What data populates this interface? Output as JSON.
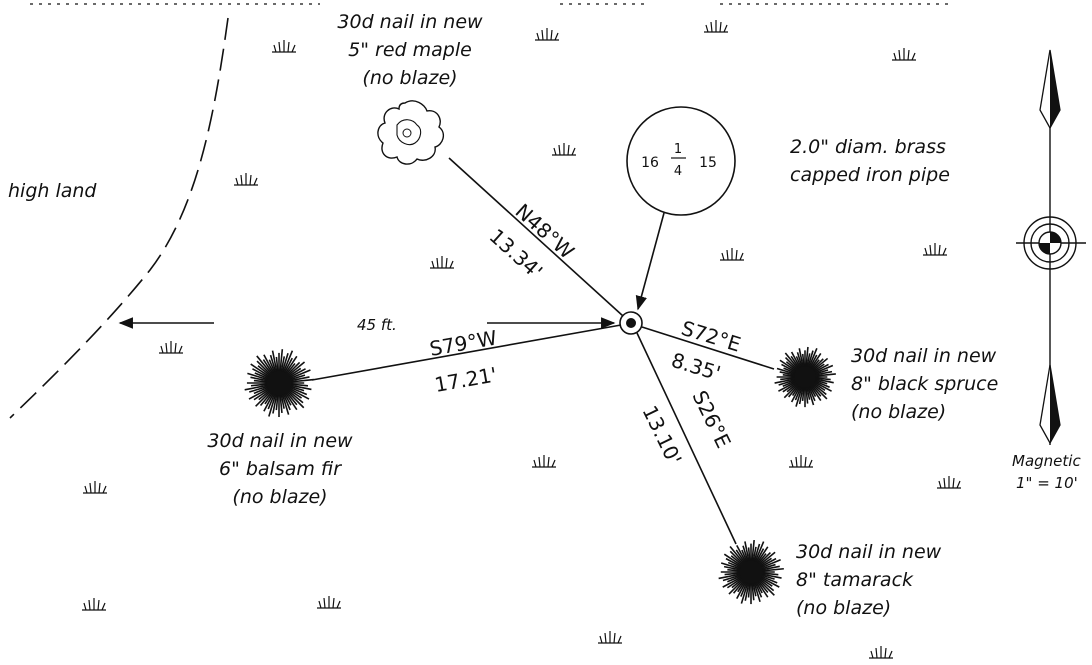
{
  "colors": {
    "ink": "#111111",
    "paper": "#ffffff"
  },
  "corner": {
    "disc_left": "16",
    "disc_top": "1",
    "disc_bottom": "4",
    "disc_right": "15",
    "desc_line1": "2.0\" diam. brass",
    "desc_line2": "capped iron pipe"
  },
  "high_land": "high land",
  "distance_45": "45 ft.",
  "bearings": [
    {
      "bearing": "N48°W",
      "distance": "13.34'"
    },
    {
      "bearing": "S79°W",
      "distance": "17.21'"
    },
    {
      "bearing": "S72°E",
      "distance": "8.35'"
    },
    {
      "bearing": "S26°E",
      "distance": "13.10'"
    }
  ],
  "witness_trees": [
    {
      "lines": [
        "30d nail in new",
        "5\" red maple",
        "(no blaze)"
      ],
      "icon": "red-maple-icon"
    },
    {
      "lines": [
        "30d nail in new",
        "6\" balsam fir",
        "(no blaze)"
      ],
      "icon": "balsam-fir-icon"
    },
    {
      "lines": [
        "30d nail in new",
        "8\" black spruce",
        "(no blaze)"
      ],
      "icon": "black-spruce-icon"
    },
    {
      "lines": [
        "30d nail in new",
        "8\" tamarack",
        "(no blaze)"
      ],
      "icon": "tamarack-icon"
    }
  ],
  "north": {
    "label": "Magnetic",
    "scale": "1\" = 10'"
  }
}
